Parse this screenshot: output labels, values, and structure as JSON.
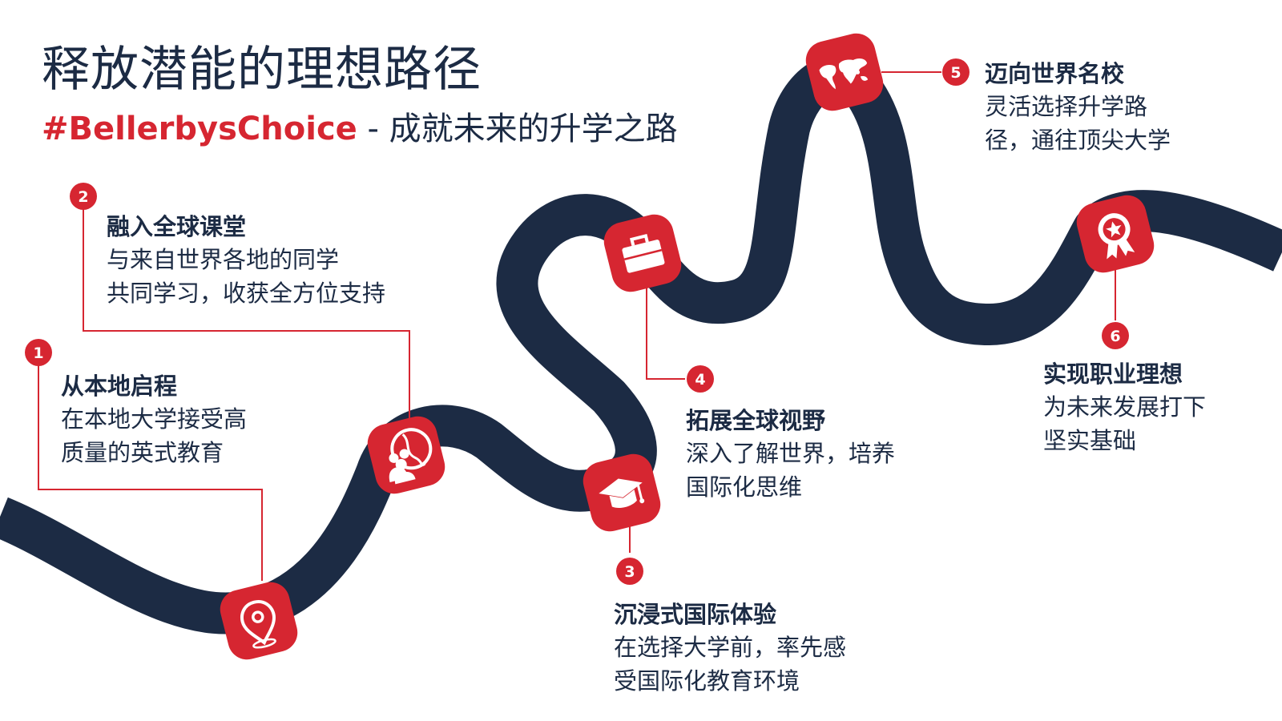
{
  "header": {
    "title": "释放潜能的理想路径",
    "hashtag": "#BellerbysChoice",
    "subtitle_rest": " - 成就未来的升学之路"
  },
  "colors": {
    "navy": "#1c2b44",
    "red": "#d62631",
    "white": "#ffffff"
  },
  "steps": [
    {
      "number": "1",
      "title": "从本地启程",
      "lines": [
        "在本地大学接受高",
        "质量的英式教育"
      ],
      "icon": "location-pin-icon"
    },
    {
      "number": "2",
      "title": "融入全球课堂",
      "lines": [
        "与来自世界各地的同学",
        "共同学习，收获全方位支持"
      ],
      "icon": "students-globe-icon"
    },
    {
      "number": "3",
      "title": "沉浸式国际体验",
      "lines": [
        "在选择大学前，率先感",
        "受国际化教育环境"
      ],
      "icon": "graduation-cap-icon"
    },
    {
      "number": "4",
      "title": "拓展全球视野",
      "lines": [
        "深入了解世界，培养",
        "国际化思维"
      ],
      "icon": "briefcase-icon"
    },
    {
      "number": "5",
      "title": "迈向世界名校",
      "lines": [
        "灵活选择升学路",
        "径，通往顶尖大学"
      ],
      "icon": "world-map-icon"
    },
    {
      "number": "6",
      "title": "实现职业理想",
      "lines": [
        "为未来发展打下",
        "坚实基础"
      ],
      "icon": "award-rosette-icon"
    }
  ]
}
